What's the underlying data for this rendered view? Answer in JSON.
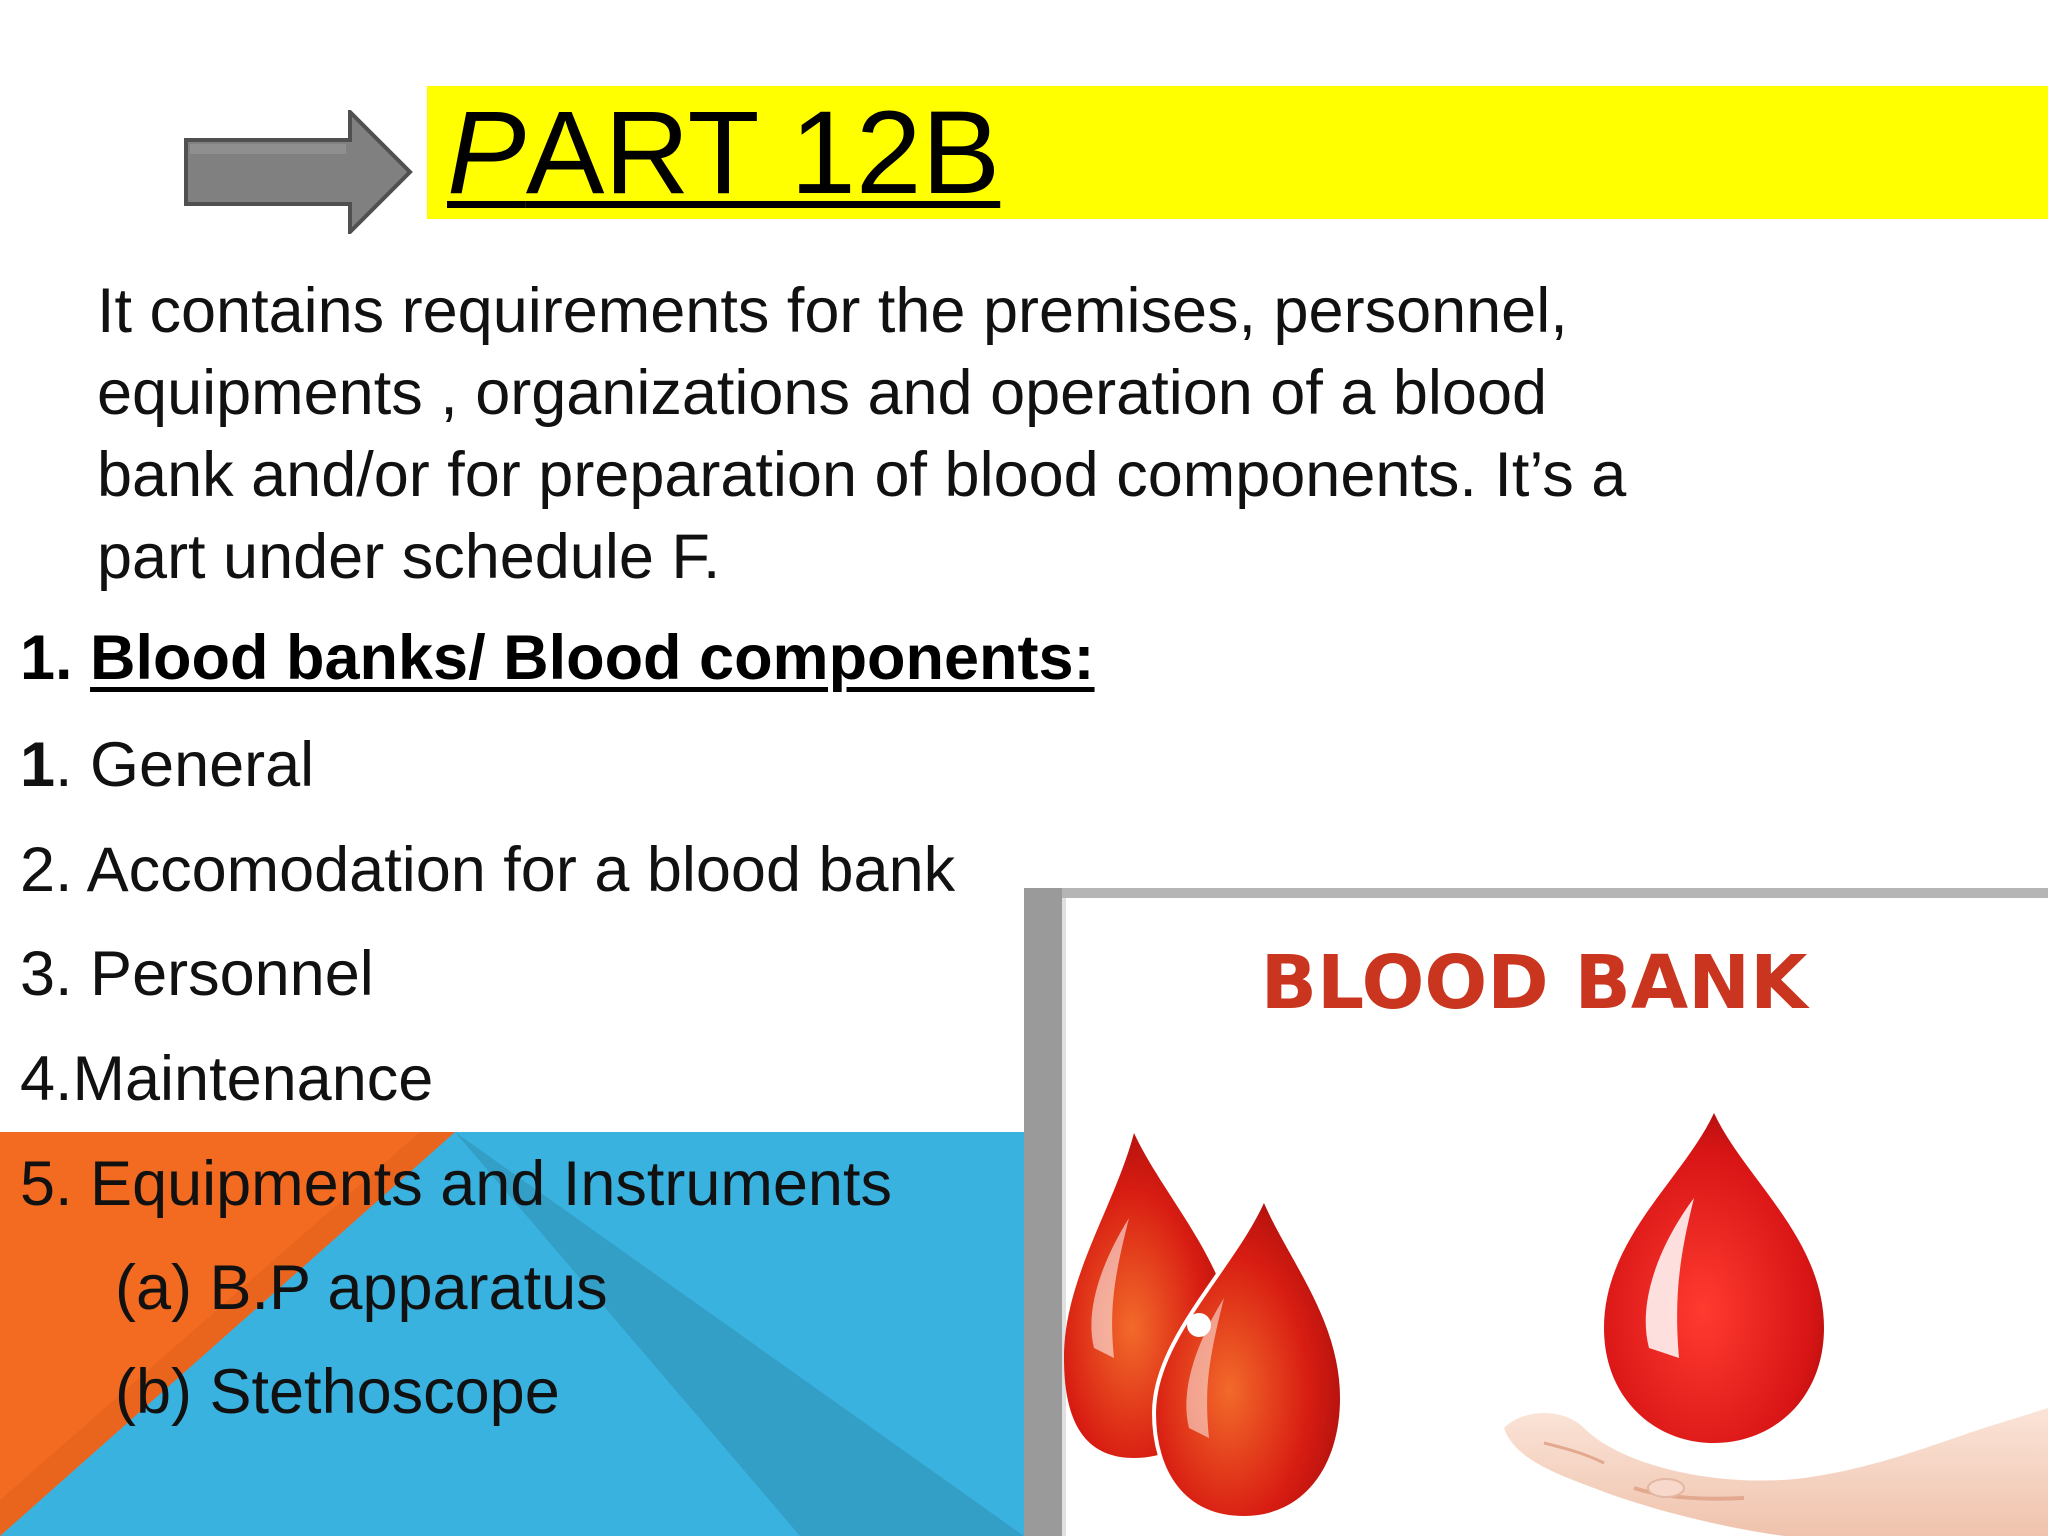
{
  "title": {
    "prefix": "P",
    "rest": "ART 12B"
  },
  "intro_lines": [
    "It contains requirements for the premises, personnel,",
    "equipments , organizations and operation of  a blood",
    "bank and/or for preparation of blood components. It’s a",
    "part under schedule F."
  ],
  "heading": {
    "number": "1. ",
    "text": "Blood banks/ Blood components:"
  },
  "items": [
    {
      "num": "1",
      "text": ". General"
    },
    {
      "text": "2. Accomodation for a blood bank"
    },
    {
      "text": "3. Personnel"
    },
    {
      "text": "4.Maintenance"
    },
    {
      "text": "5. Equipments and Instruments"
    }
  ],
  "subitems": [
    {
      "text": "(a) B.P apparatus"
    },
    {
      "text": "(b) Stethoscope"
    }
  ],
  "photo": {
    "caption": "BLOOD BANK"
  },
  "colors": {
    "title_highlight": "#ffff00",
    "corner_orange": "#f26b21",
    "corner_blue": "#3ab2e0",
    "corner_dark_blue": "#2f8fb0",
    "blood_red": "#d41515",
    "arrow_gray": "#808080"
  }
}
